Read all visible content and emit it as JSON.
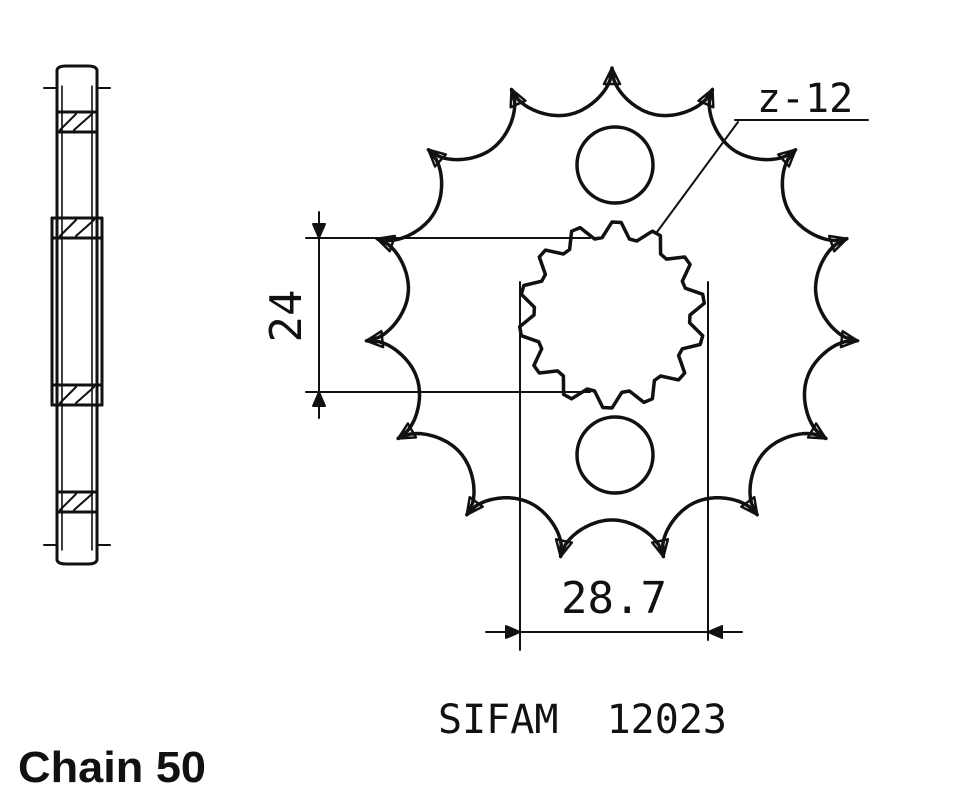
{
  "labels": {
    "tooth_count": "z-12",
    "inner_dimension": "24",
    "outer_dimension": "28.7",
    "part_number": "SIFAM  12023",
    "chain": "Chain 50"
  }
}
